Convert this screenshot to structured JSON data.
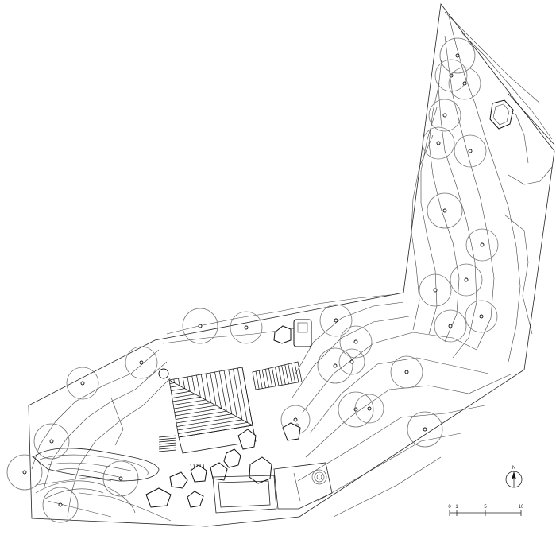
{
  "scale_bar": {
    "labels": [
      "0",
      "1",
      "5",
      "10"
    ],
    "values": [
      0,
      1,
      5,
      10
    ]
  },
  "north_arrow": {
    "label": "N"
  }
}
